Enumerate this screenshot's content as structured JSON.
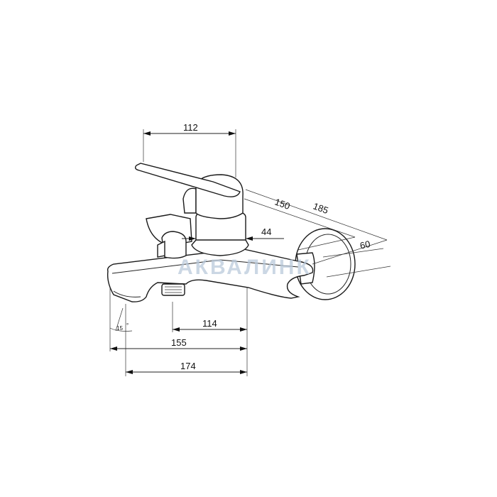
{
  "drawing": {
    "watermark": "АКВАЛИНК",
    "dimensions": {
      "lever_reach": "112",
      "depth_1": "150",
      "depth_2": "185",
      "body_diameter": "44",
      "flange": "60",
      "outlet_to_wall": "114",
      "spout_to_wall": "155",
      "total_projection": "174",
      "spout_angle": "15",
      "degree_symbol": "°"
    }
  }
}
